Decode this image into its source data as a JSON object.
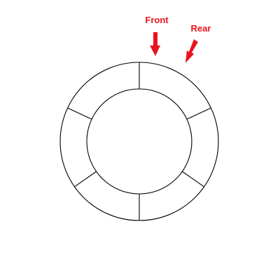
{
  "queue": {
    "slot_count": 6,
    "pointers": [
      {
        "label": "Front",
        "color": "#e8141c"
      },
      {
        "label": "Rear",
        "color": "#e8141c"
      }
    ]
  }
}
